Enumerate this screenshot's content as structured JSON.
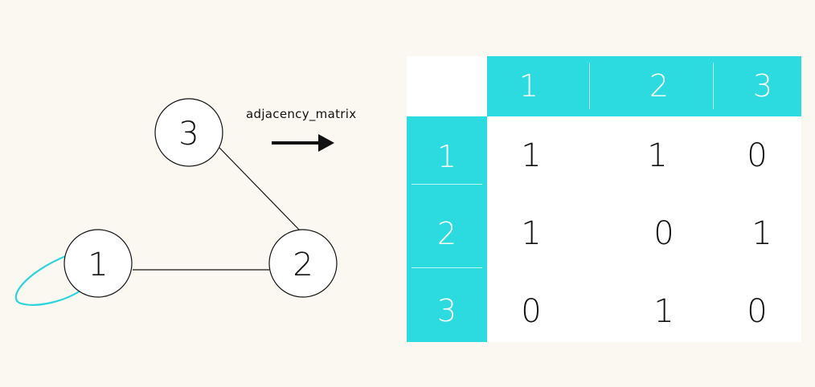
{
  "graph": {
    "nodes": [
      {
        "id": "1",
        "label": "1"
      },
      {
        "id": "2",
        "label": "2"
      },
      {
        "id": "3",
        "label": "3"
      }
    ],
    "edges": [
      {
        "from": "1",
        "to": "2"
      },
      {
        "from": "3",
        "to": "2"
      }
    ],
    "self_loops": [
      {
        "node": "1",
        "color": "#2cd4dc"
      }
    ]
  },
  "arrow": {
    "label": "adjacency_matrix"
  },
  "matrix": {
    "col_headers": [
      "1",
      "2",
      "3"
    ],
    "row_headers": [
      "1",
      "2",
      "3"
    ],
    "rows": [
      [
        "1",
        "1",
        "0"
      ],
      [
        "1",
        "0",
        "1"
      ],
      [
        "0",
        "1",
        "0"
      ]
    ]
  },
  "colors": {
    "background": "#fbf8f1",
    "header": "#2cdbe0",
    "cell_background": "#ffffff",
    "text": "#111111",
    "self_loop": "#2cd4dc"
  }
}
